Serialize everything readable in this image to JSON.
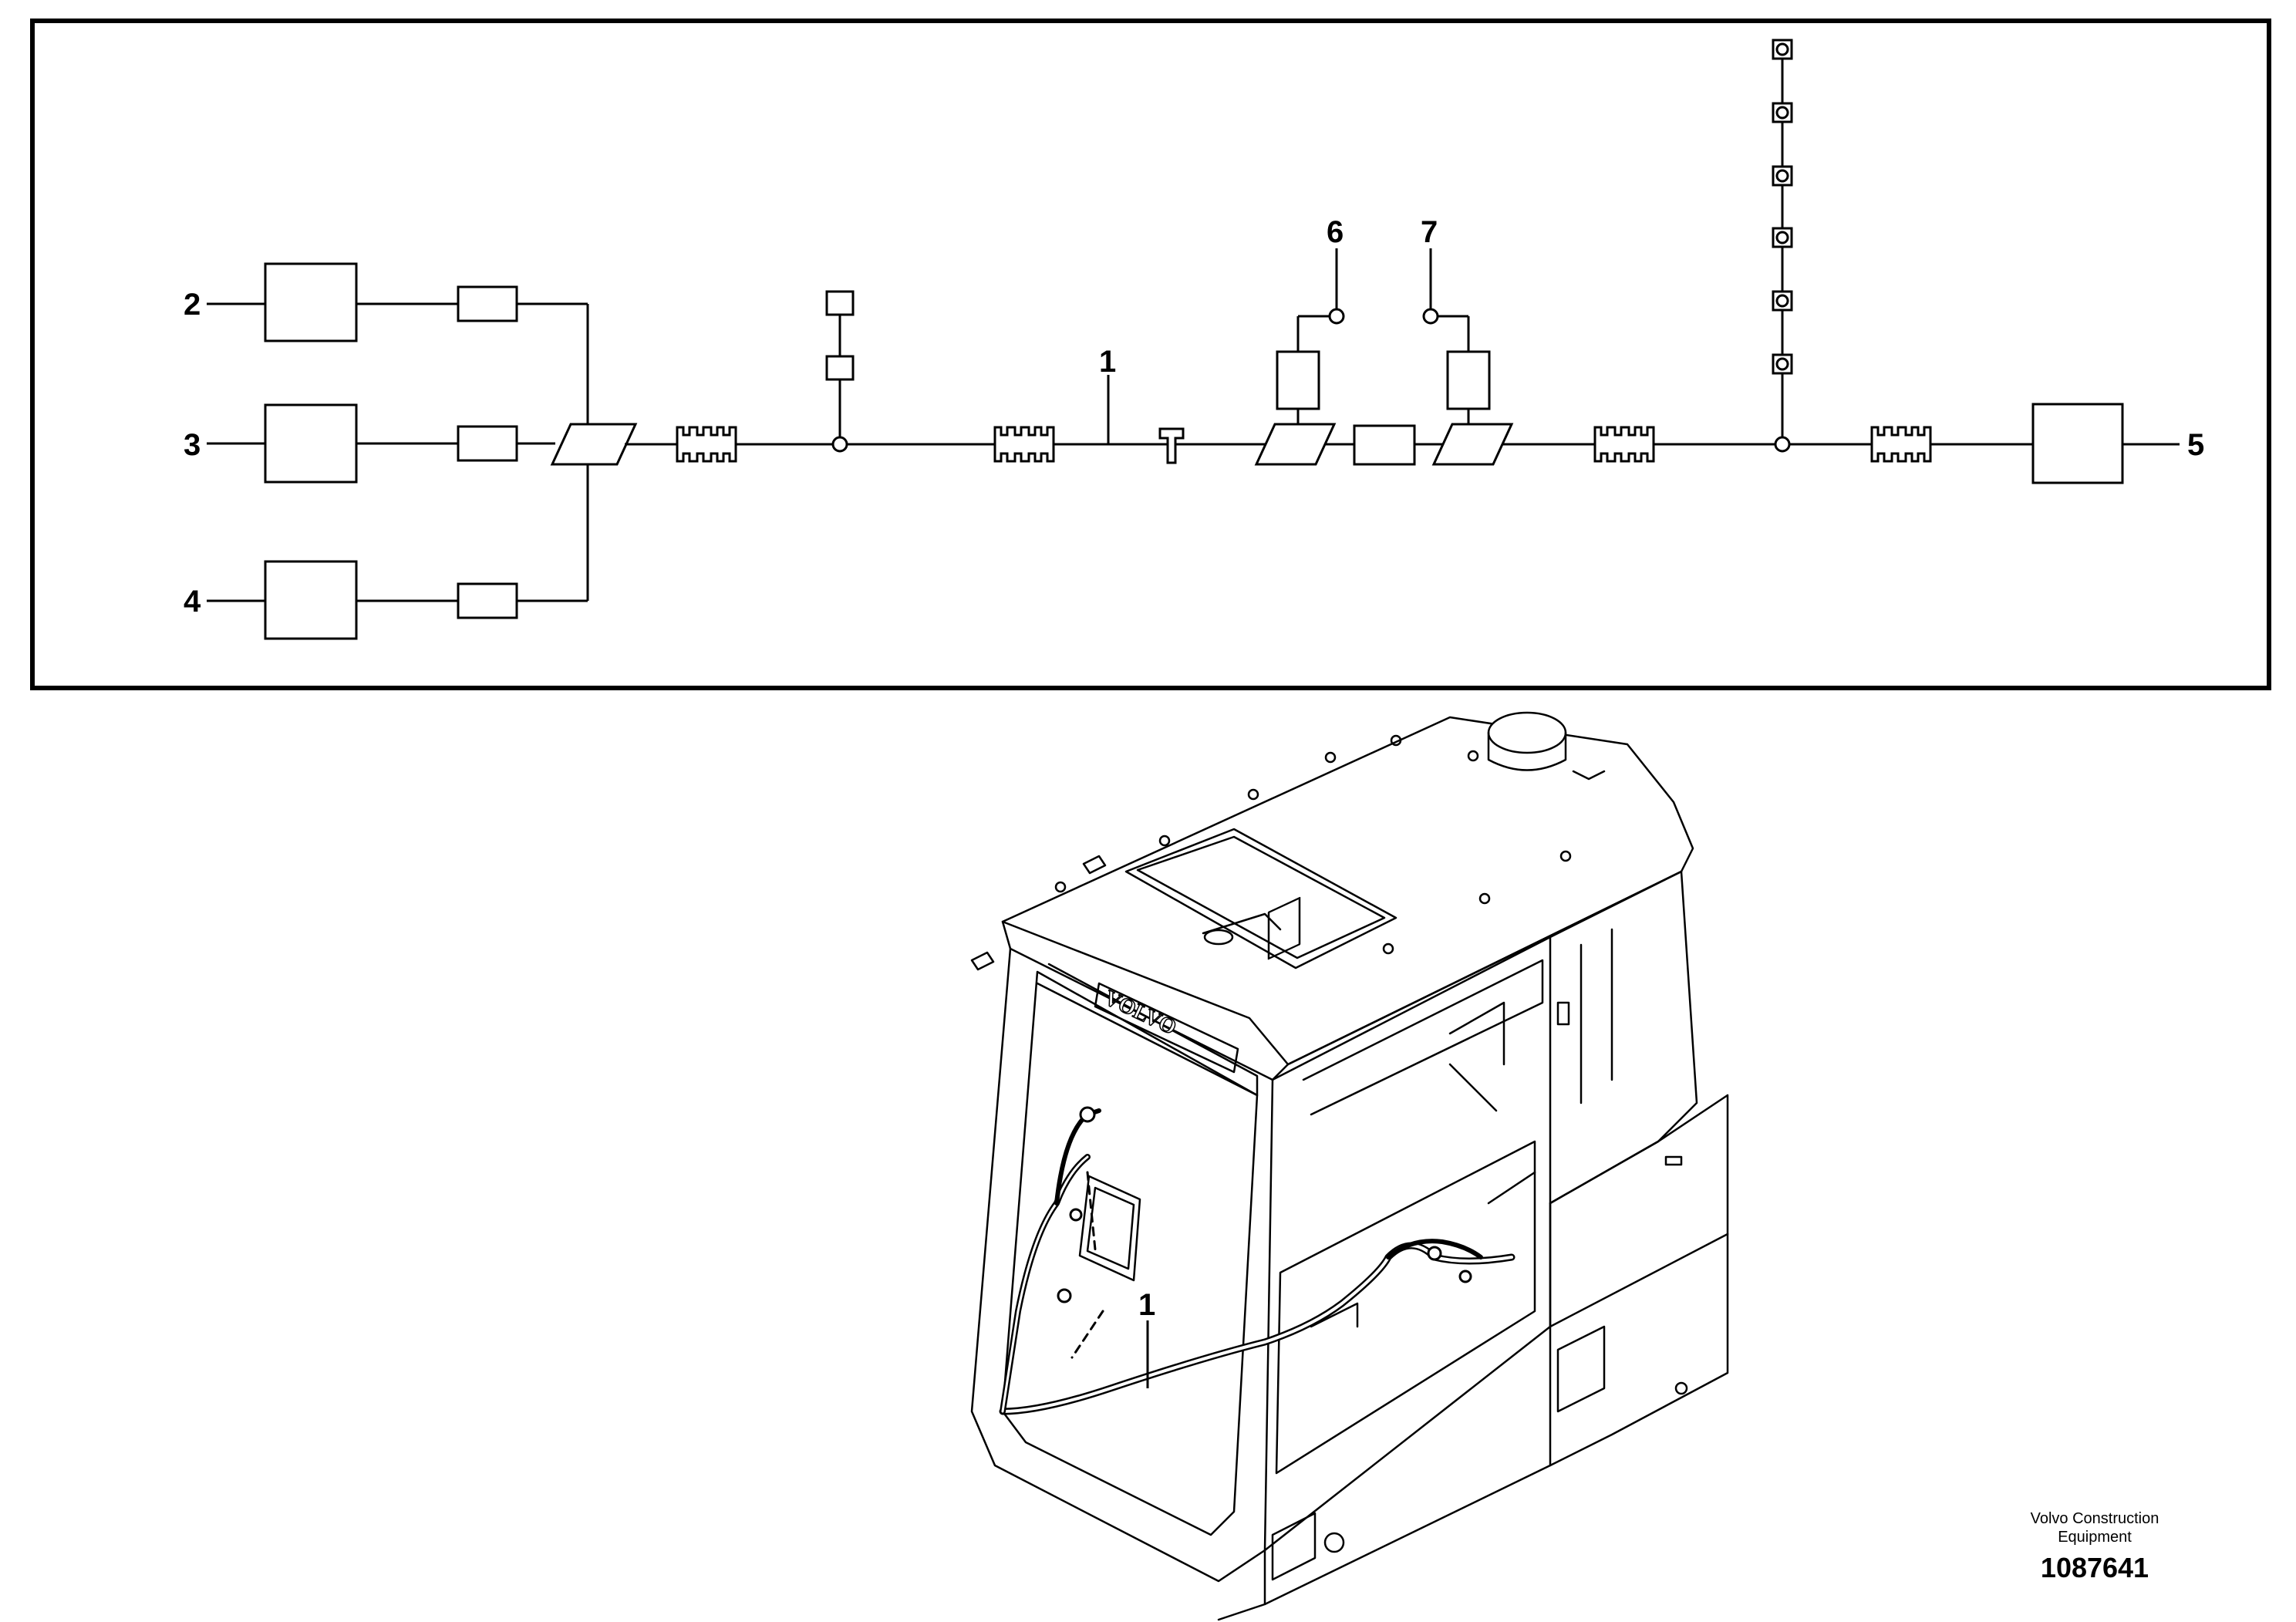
{
  "schematic": {
    "callouts": [
      "1",
      "2",
      "3",
      "4",
      "5",
      "6",
      "7"
    ]
  },
  "illustration": {
    "callout": "1",
    "logo_text": "VOLVO"
  },
  "credit": {
    "company_line1": "Volvo Construction",
    "company_line2": "Equipment",
    "document_number": "1087641"
  }
}
